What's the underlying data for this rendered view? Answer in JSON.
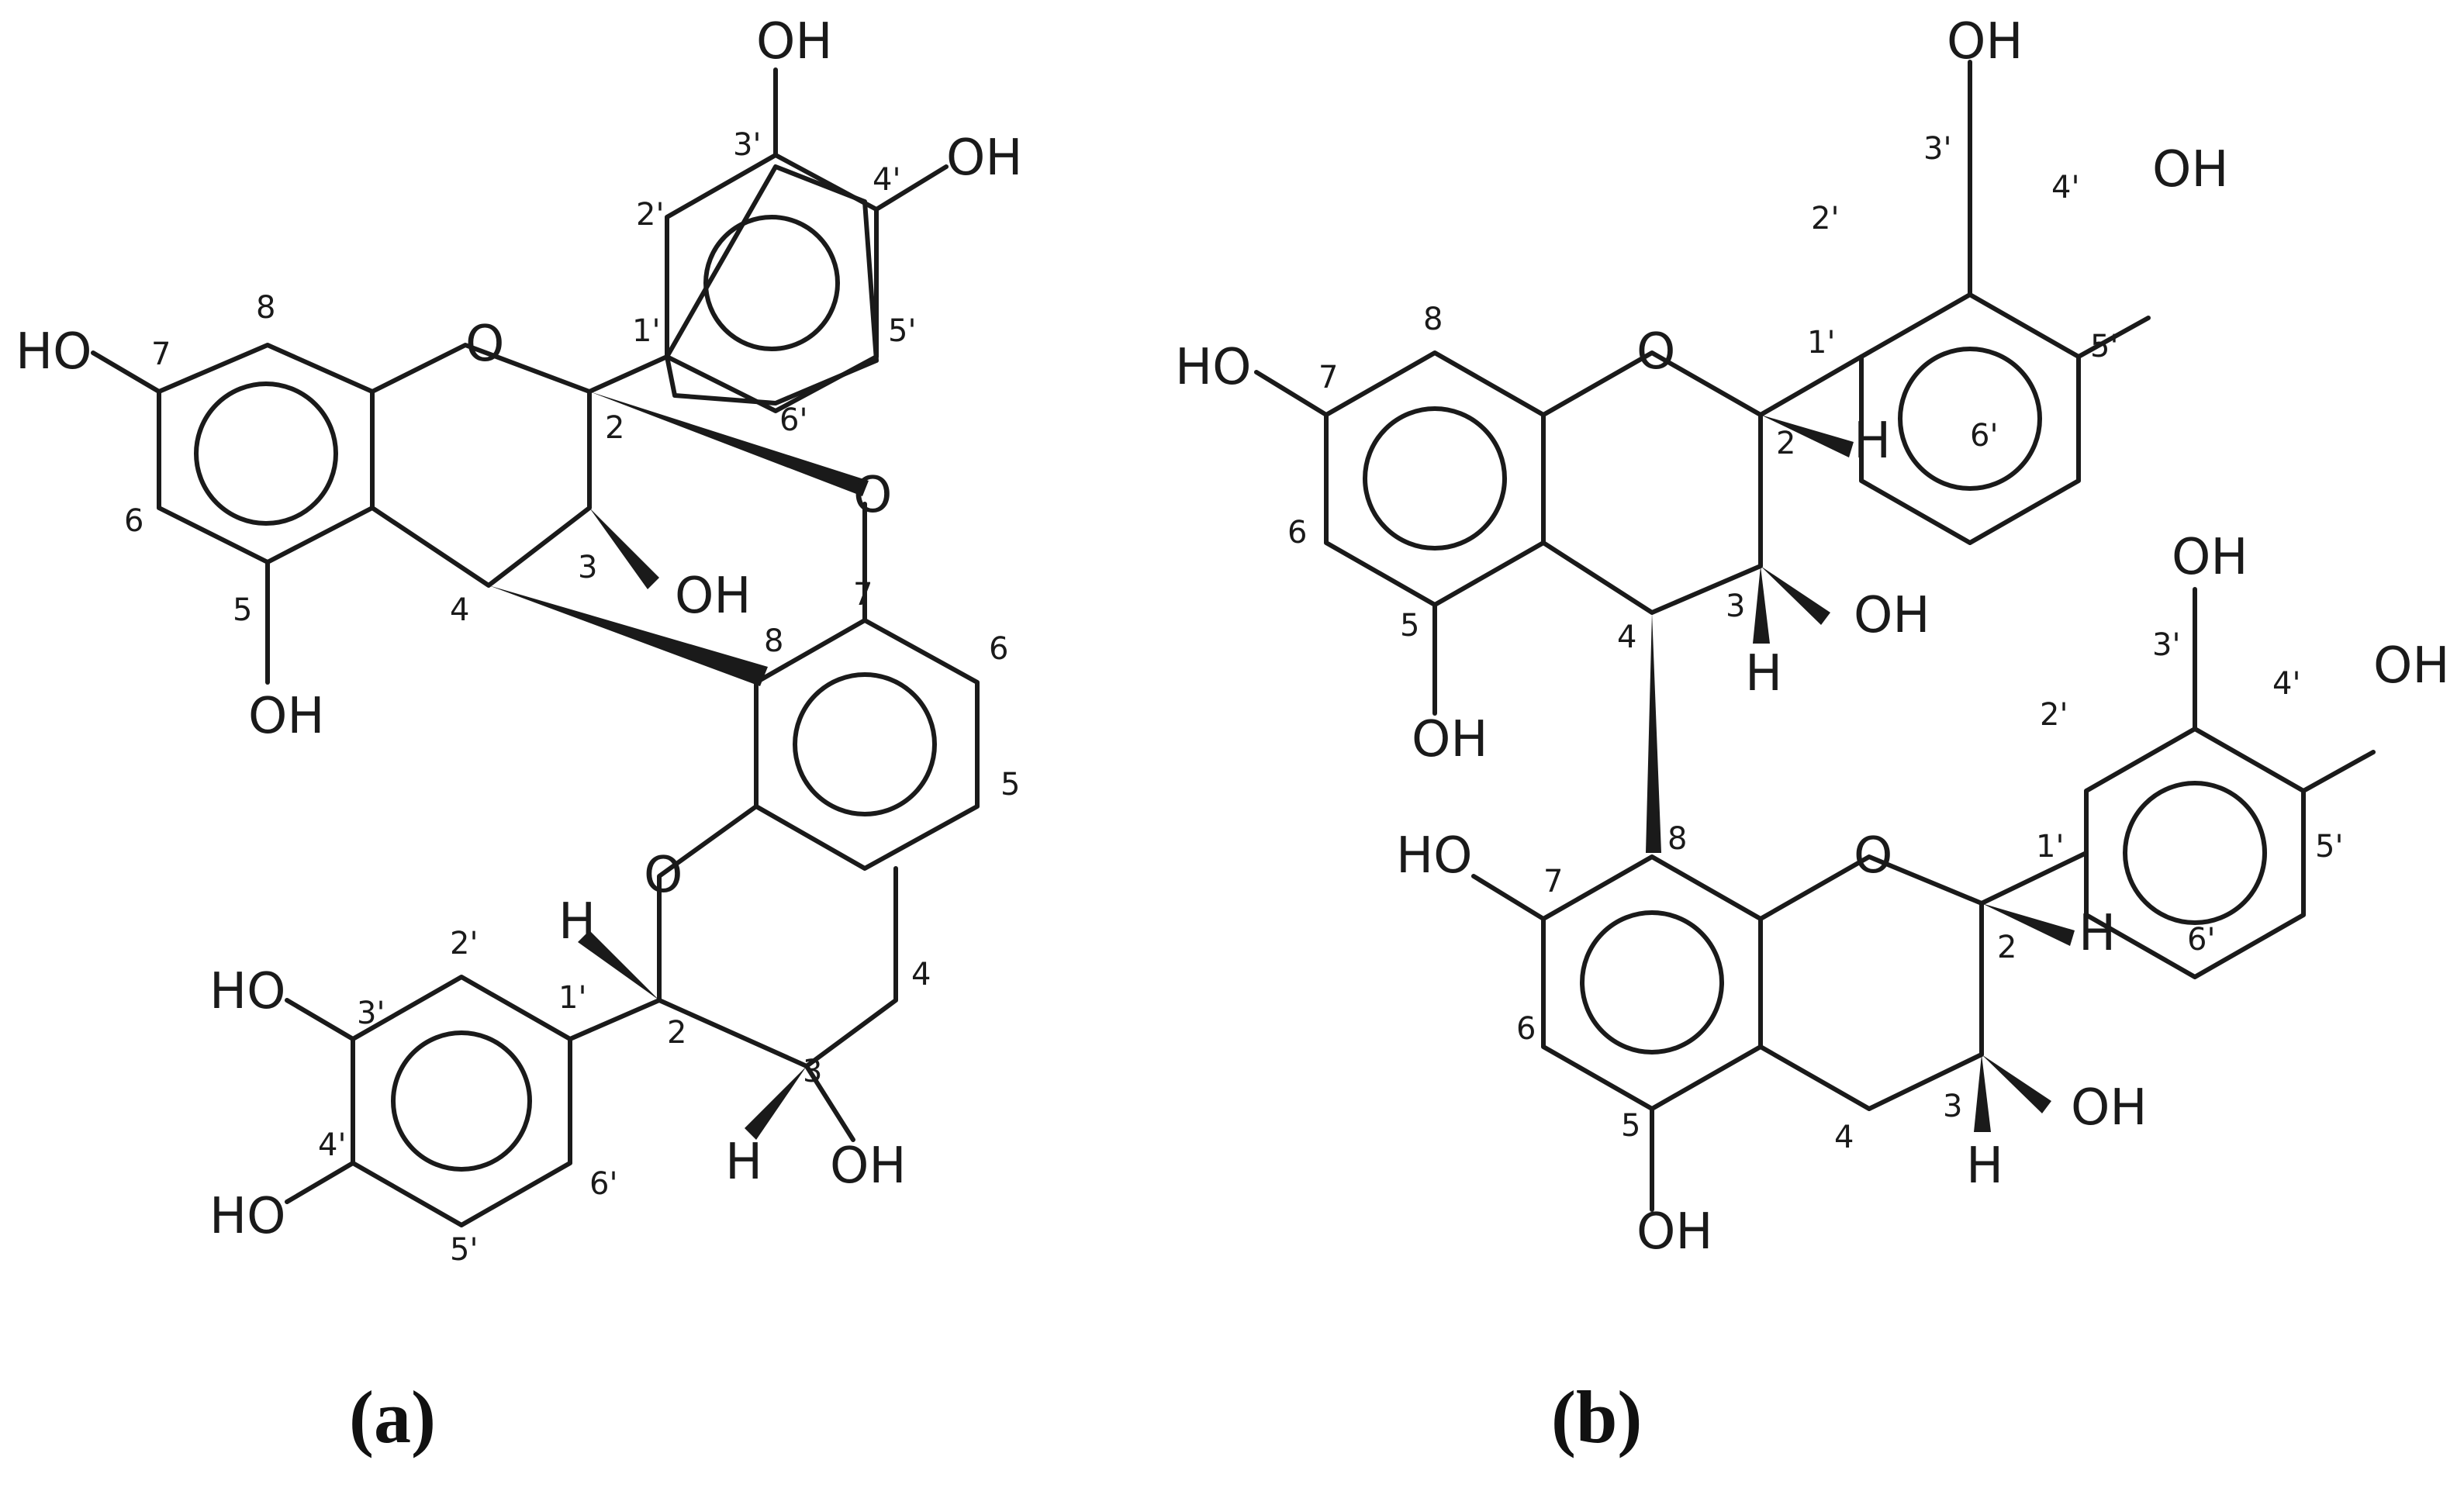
{
  "colors": {
    "bond": "#1a1a1a",
    "background": "#ffffff"
  },
  "panel_a": {
    "caption": "(a)",
    "atoms": {
      "ho7": "HO",
      "o1": "O",
      "o_bridge": "O",
      "oh3": "OH",
      "oh5": "OH",
      "oh3p": "OH",
      "oh4p": "OH",
      "o1_lower": "O",
      "h2": "H",
      "h3": "H",
      "oh3_lower": "OH",
      "ho3p_lower": "HO",
      "ho4p_lower": "HO"
    },
    "numbers": {
      "n8": "8",
      "n7": "7",
      "n6": "6",
      "n5": "5",
      "n4": "4",
      "n3": "3",
      "n2": "2",
      "n1p": "1'",
      "n2p": "2'",
      "n3p": "3'",
      "n4p": "4'",
      "n5p": "5'",
      "n6p": "6'",
      "m7": "7",
      "m6": "6",
      "m5": "5",
      "m8": "8",
      "m4": "4",
      "m3": "3",
      "m2": "2",
      "l1p": "1'",
      "l2p": "2'",
      "l3p": "3'",
      "l4p": "4'",
      "l5p": "5'",
      "l6p": "6'"
    }
  },
  "panel_b": {
    "caption": "(b)",
    "atoms": {
      "ho7": "HO",
      "o1": "O",
      "h2": "H",
      "oh3": "OH",
      "h3": "H",
      "oh5": "OH",
      "oh3p": "OH",
      "oh4p": "OH",
      "ho7_lower": "HO",
      "o1_lower": "O",
      "h2_lower": "H",
      "oh3_lower": "OH",
      "h3_lower": "H",
      "oh5_lower": "OH",
      "oh3p_lower": "OH",
      "oh4p_lower": "OH"
    },
    "numbers": {
      "n8": "8",
      "n7": "7",
      "n6": "6",
      "n5": "5",
      "n4": "4",
      "n3": "3",
      "n2": "2",
      "n1p": "1'",
      "n2p": "2'",
      "n3p": "3'",
      "n4p": "4'",
      "n5p": "5'",
      "n6p": "6'",
      "m8": "8",
      "m7": "7",
      "m6": "6",
      "m5": "5",
      "m4": "4",
      "m3": "3",
      "m2": "2",
      "m1p": "1'",
      "m2p": "2'",
      "m3p": "3'",
      "m4p": "4'",
      "m5p": "5'",
      "m6p": "6'"
    }
  }
}
